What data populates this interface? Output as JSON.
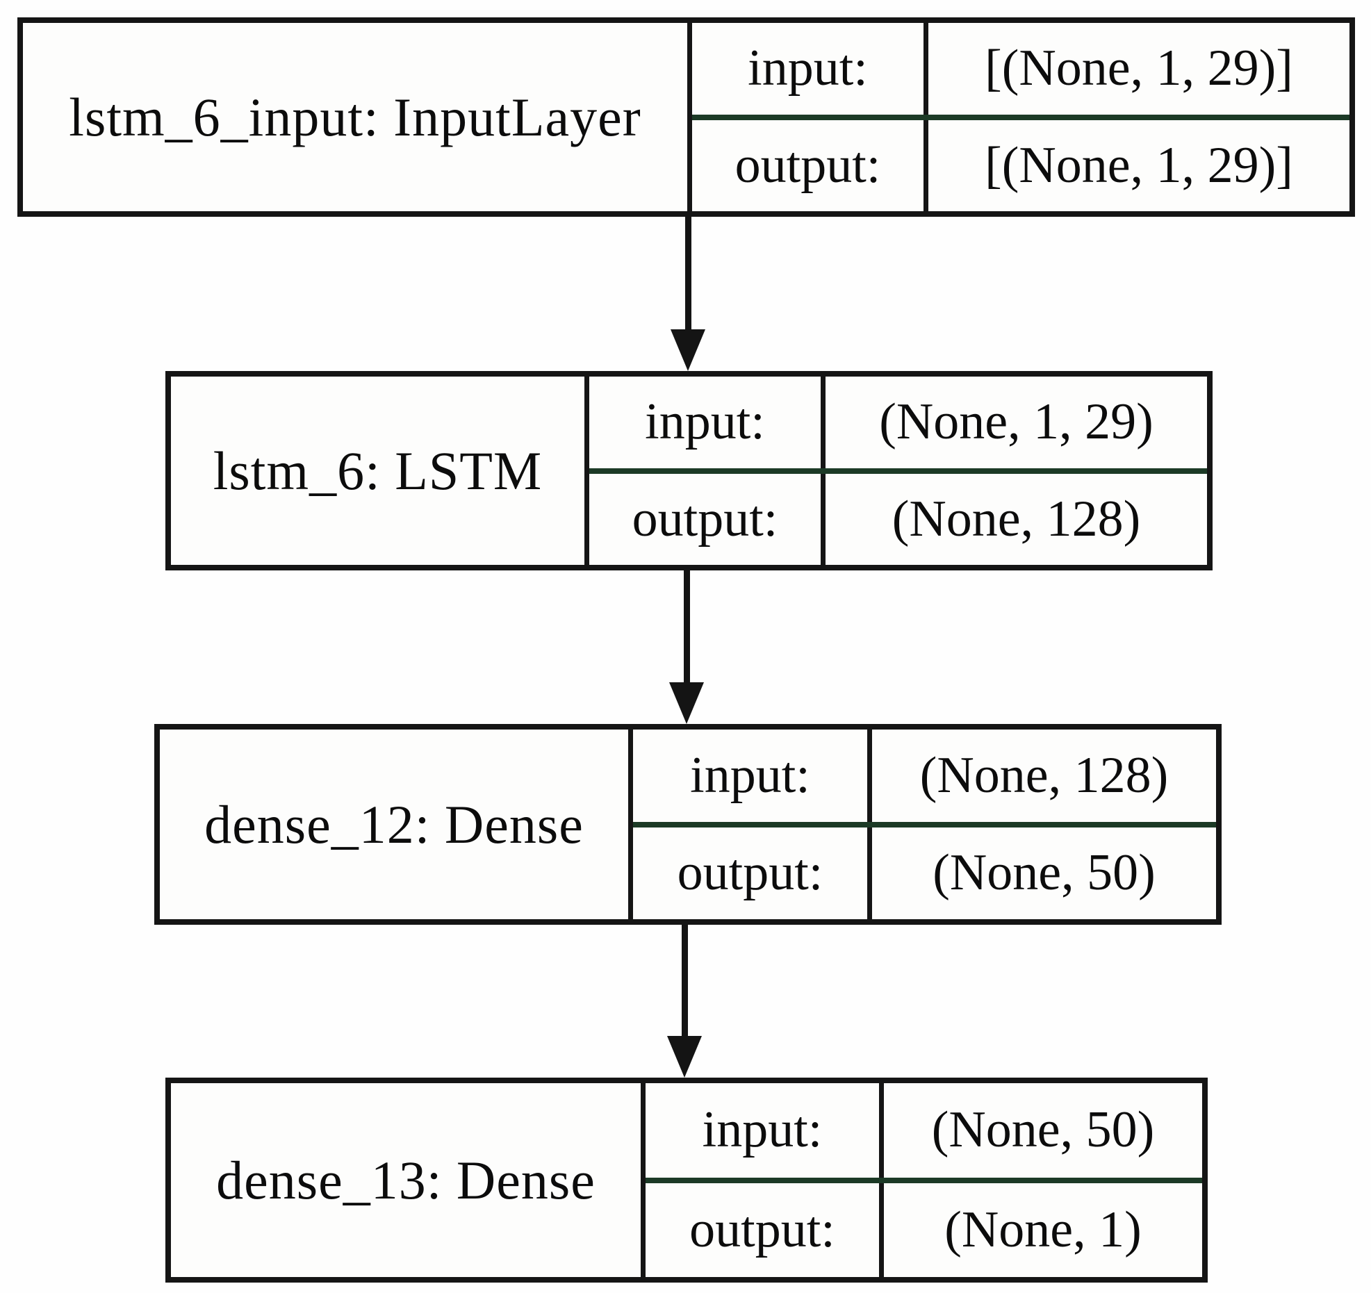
{
  "diagram": {
    "type": "keras-model-plot",
    "colors": {
      "border": "#151515",
      "row_divider": "#1c3a26",
      "background": "#fefefe",
      "text": "#0c0c0c"
    }
  },
  "layers": [
    {
      "name": "lstm_6_input: InputLayer",
      "input_label": "input:",
      "output_label": "output:",
      "input_shape": "[(None, 1, 29)]",
      "output_shape": "[(None, 1, 29)]"
    },
    {
      "name": "lstm_6: LSTM",
      "input_label": "input:",
      "output_label": "output:",
      "input_shape": "(None, 1, 29)",
      "output_shape": "(None, 128)"
    },
    {
      "name": "dense_12: Dense",
      "input_label": "input:",
      "output_label": "output:",
      "input_shape": "(None, 128)",
      "output_shape": "(None, 50)"
    },
    {
      "name": "dense_13: Dense",
      "input_label": "input:",
      "output_label": "output:",
      "input_shape": "(None, 50)",
      "output_shape": "(None, 1)"
    }
  ]
}
